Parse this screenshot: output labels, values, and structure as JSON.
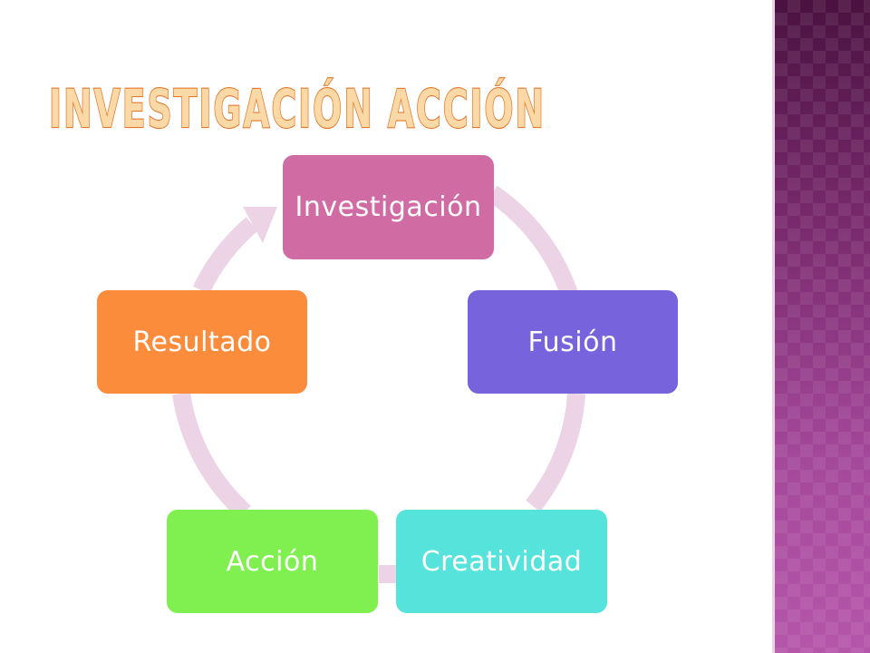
{
  "slide": {
    "title": "INVESTIGACIÓN ACCIÓN"
  },
  "cycle": {
    "nodes": [
      {
        "label": "Investigación",
        "color": "#d06ba4"
      },
      {
        "label": "Fusión",
        "color": "#7763db"
      },
      {
        "label": "Creatividad",
        "color": "#55e3db"
      },
      {
        "label": "Acción",
        "color": "#80f050"
      },
      {
        "label": "Resultado",
        "color": "#fa8c3c"
      }
    ],
    "arrow_color": "#ecd3e6"
  },
  "theme": {
    "title_fill": "#fbd9a6",
    "title_stroke": "#e4782c",
    "side_band": "#8e3584"
  }
}
